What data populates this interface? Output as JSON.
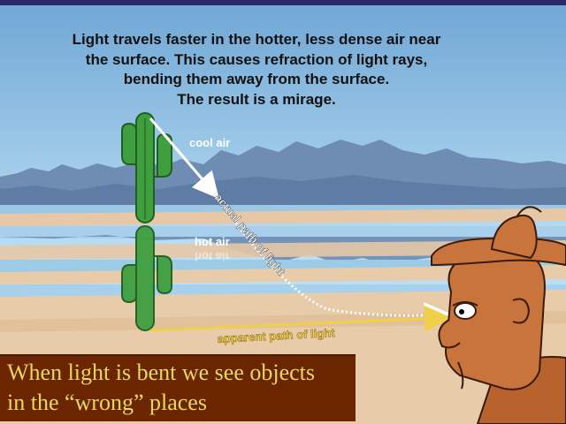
{
  "headline": {
    "lines": [
      "Light travels faster in the hotter, less dense air near",
      "the surface. This causes refraction of light rays,",
      "bending them away from the surface.",
      "The result is a mirage."
    ]
  },
  "labels": {
    "cool_air": "cool air",
    "hot_air": "hot air",
    "actual_path": "actual path of light",
    "apparent_path": "apparent path of light"
  },
  "caption": {
    "line1": "When light is bent we see objects",
    "line2": "in the “wrong” places"
  },
  "colors": {
    "sky_top": "#7fb0d8",
    "sky_mid": "#a9d1ec",
    "mountains": "#6e8bb0",
    "sand": "#e6c8a6",
    "caption_bg": "#6b2600",
    "caption_text": "#e8d860",
    "cactus": "#3f9f3f",
    "skin": "#c8743c"
  }
}
